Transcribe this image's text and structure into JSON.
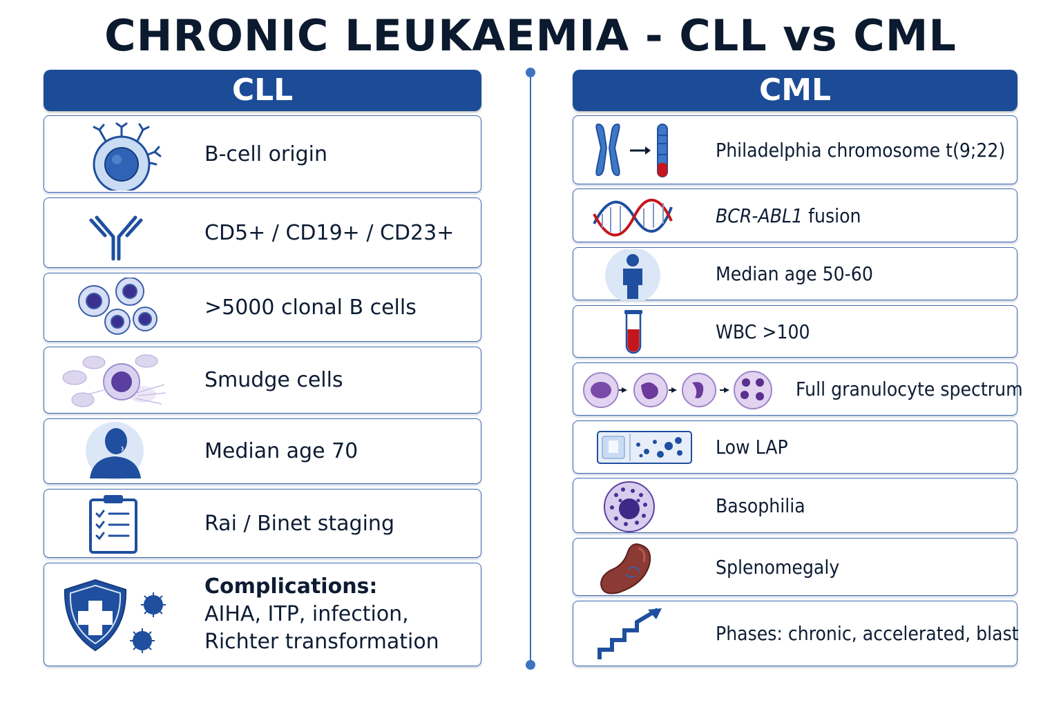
{
  "title": "CHRONIC LEUKAEMIA - CLL vs CML",
  "cll": {
    "header": "CLL",
    "items": [
      {
        "icon": "lymphocyte-icon",
        "label": "B-cell origin"
      },
      {
        "icon": "antibody-icon",
        "label": "CD5+ / CD19+ / CD23+"
      },
      {
        "icon": "clonal-cells-icon",
        "label": ">5000 clonal B cells"
      },
      {
        "icon": "smudge-cell-icon",
        "label": "Smudge cells"
      },
      {
        "icon": "elderly-person-icon",
        "label": "Median age 70"
      },
      {
        "icon": "clipboard-checklist-icon",
        "label": "Rai / Binet staging"
      },
      {
        "icon": "shield-virus-icon",
        "label_head": "Complications:",
        "label_line2": "AIHA, ITP, infection,",
        "label_line3": "Richter transformation"
      }
    ]
  },
  "cml": {
    "header": "CML",
    "items": [
      {
        "icon": "chromosome-translocation-icon",
        "label": "Philadelphia chromosome t(9;22)"
      },
      {
        "icon": "dna-helix-icon",
        "label_italic": "BCR-ABL1",
        "label_rest": " fusion"
      },
      {
        "icon": "person-icon",
        "label": "Median age 50-60"
      },
      {
        "icon": "blood-test-tube-icon",
        "label": "WBC >100"
      },
      {
        "icon": "granulocyte-maturation-icon",
        "label": "Full granulocyte spectrum"
      },
      {
        "icon": "microscope-slide-icon",
        "label": "Low LAP"
      },
      {
        "icon": "basophil-icon",
        "label": "Basophilia"
      },
      {
        "icon": "spleen-icon",
        "label": "Splenomegaly"
      },
      {
        "icon": "rising-stairs-arrow-icon",
        "label": "Phases: chronic, accelerated, blast"
      }
    ]
  },
  "colors": {
    "header_bg": "#1c4c97",
    "card_border": "#3f69b0",
    "icon_blue": "#1f4f9e",
    "cell_purple": "#5b3fa0",
    "blood_red": "#c4161c"
  }
}
